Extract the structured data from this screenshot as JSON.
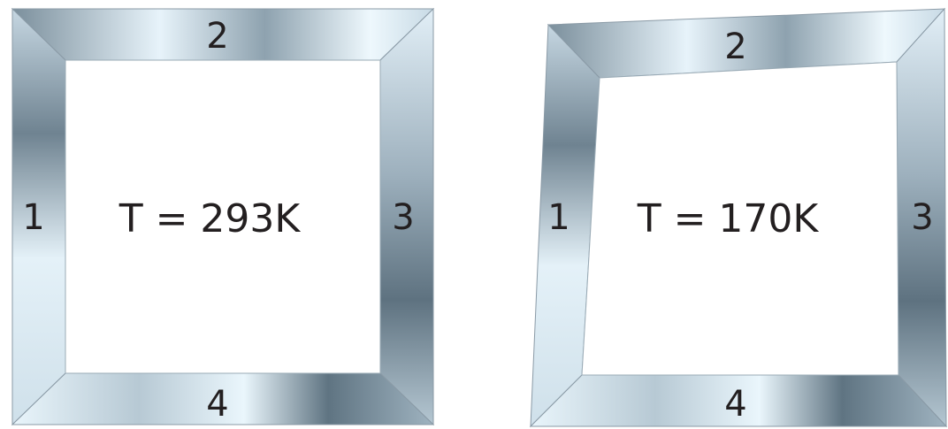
{
  "frames": [
    {
      "temperature_label": "T = 293K",
      "side_labels": {
        "left": "1",
        "top": "2",
        "right": "3",
        "bottom": "4"
      }
    },
    {
      "temperature_label": "T = 170K",
      "side_labels": {
        "left": "1",
        "top": "2",
        "right": "3",
        "bottom": "4"
      }
    }
  ],
  "colors": {
    "metal_light": "#eaf5fb",
    "metal_mid": "#b9cad5",
    "metal_dark": "#5f7482",
    "edge": "#8a9aa6",
    "text": "#231f20",
    "background": "#ffffff"
  }
}
